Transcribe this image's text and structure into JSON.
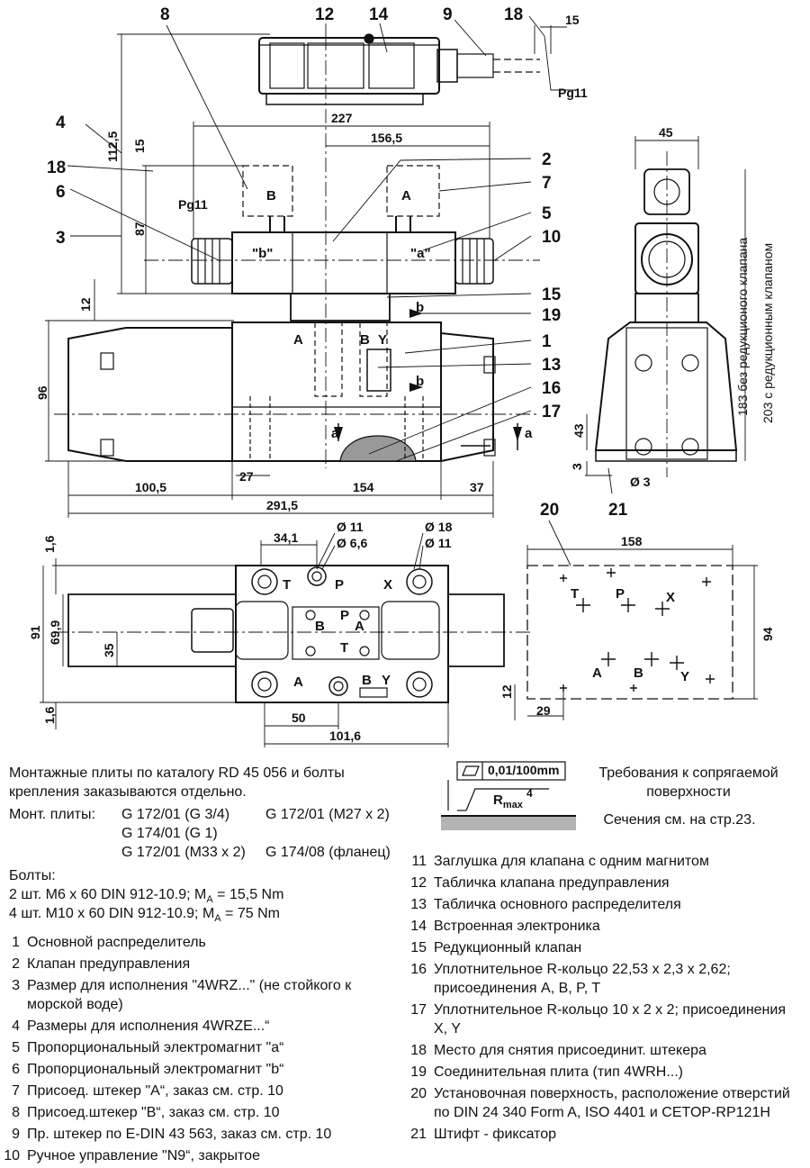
{
  "callouts": {
    "c8": "8",
    "c12": "12",
    "c14": "14",
    "c9": "9",
    "c18": "18",
    "c4": "4",
    "c18b": "18",
    "c6": "6",
    "c3": "3",
    "c2": "2",
    "c7": "7",
    "c5": "5",
    "c10": "10",
    "c15": "15",
    "c19": "19",
    "c1": "1",
    "c13": "13",
    "c16": "16",
    "c17": "17",
    "c21": "21",
    "c20": "20"
  },
  "dims": {
    "d15top": "15",
    "pg11top": "Pg11",
    "d227": "227",
    "d1565": "156,5",
    "d1125": "112,5",
    "d15v": "15",
    "d87": "87",
    "d12": "12",
    "d96": "96",
    "d1005": "100,5",
    "d27": "27",
    "d154": "154",
    "d37": "37",
    "d2915": "291,5",
    "d45": "45",
    "d43": "43",
    "d3": "3",
    "dia3": "Ø 3",
    "pg11left": "Pg11",
    "d341": "34,1",
    "dia11a": "Ø 11",
    "dia66": "Ø 6,6",
    "dia18": "Ø 18",
    "dia11b": "Ø 11",
    "d16a": "1,6",
    "d91": "91",
    "d699": "69,9",
    "d35": "35",
    "d16b": "1,6",
    "d50": "50",
    "d1016": "101,6",
    "d158": "158",
    "d94": "94",
    "d12b": "12",
    "d29": "29"
  },
  "letters": {
    "B": "B",
    "A": "A",
    "qb": "\"b\"",
    "qa": "\"a\"",
    "mA": "A",
    "mB": "B",
    "mY": "Y",
    "lb1": "b",
    "lb2": "b",
    "la1": "a",
    "la2": "a",
    "pT": "T",
    "pP": "P",
    "pX": "X",
    "pA": "A",
    "pB": "B",
    "pY": "Y",
    "cB": "B",
    "cP": "P",
    "cA": "A",
    "cT": "T",
    "rT": "T",
    "rP": "P",
    "rX": "X",
    "rA": "A",
    "rB": "B",
    "rY": "Y"
  },
  "side_labels": {
    "v183": "183 без редукционого клапана",
    "v203": "203 с редукционным клапаном"
  },
  "surface": {
    "flatness": "0,01/100mm",
    "rmax": "R",
    "rmax_sub": "max",
    "rmax_val": "4"
  },
  "notes": {
    "plates_line1": "Монтажные плиты по каталогу RD 45 056 и болты",
    "plates_line2": "крепления заказываются отдельно.",
    "plates_label": "Монт. плиты:",
    "p1": "G 172/01 (G 3/4)",
    "p2": "G 172/01 (M27 x 2)",
    "p3": "G 174/01 (G 1)",
    "p4": "G 172/01 (M33 x 2)",
    "p5": "G 174/08 (фланец)",
    "bolts_label": "Болты:",
    "bolt1": "2 шт. M6 x 60 DIN 912-10.9; M",
    "bolt1_sub": "A",
    "bolt1_val": " = 15,5 Nm",
    "bolt2": "4 шт. M10 x 60 DIN 912-10.9; M",
    "bolt2_sub": "A",
    "bolt2_val": " = 75 Nm",
    "req_line1": "Требования к сопрягаемой",
    "req_line2": "поверхности",
    "sections": "Сечения см. на стр.23."
  },
  "legend_left": [
    {
      "n": "1",
      "t": "Основной распределитель"
    },
    {
      "n": "2",
      "t": "Клапан предуправления"
    },
    {
      "n": "3",
      "t": "Размер для исполнения \"4WRZ...\" (не стойкого к морской воде)"
    },
    {
      "n": "4",
      "t": "Размеры для исполнения 4WRZE...“"
    },
    {
      "n": "5",
      "t": "Пропорциональный электромагнит \"a“"
    },
    {
      "n": "6",
      "t": "Пропорциональный электромагнит \"b“"
    },
    {
      "n": "7",
      "t": "Присоед. штекер \"A“, заказ см. стр. 10"
    },
    {
      "n": "8",
      "t": "Присоед.штекер \"B“, заказ см. стр. 10"
    },
    {
      "n": "9",
      "t": "Пр. штекер по E-DIN 43 563, заказ см. стр. 10"
    },
    {
      "n": "10",
      "t": "Ручное управление \"N9“, закрытое"
    }
  ],
  "legend_right": [
    {
      "n": "11",
      "t": "Заглушка для клапана с одним магнитом"
    },
    {
      "n": "12",
      "t": "Табличка клапана предуправления"
    },
    {
      "n": "13",
      "t": "Табличка основного распределителя"
    },
    {
      "n": "14",
      "t": "Встроенная электроника"
    },
    {
      "n": "15",
      "t": "Редукционный клапан"
    },
    {
      "n": "16",
      "t": "Уплотнительное R-кольцо 22,53 x 2,3 x 2,62; присоединения A, B, P, T"
    },
    {
      "n": "17",
      "t": "Уплотнительное R-кольцо 10 x 2 x 2; присоединения X, Y"
    },
    {
      "n": "18",
      "t": "Место для снятия присоединит. штекера"
    },
    {
      "n": "19",
      "t": "Соединительная плита (тип 4WRH...)"
    },
    {
      "n": "20",
      "t": "Установочная поверхность, расположение отверстий по   DIN 24 340 Form A, ISO 4401 и CETOP-RP121H"
    },
    {
      "n": "21",
      "t": "Штифт - фиксатор"
    }
  ]
}
